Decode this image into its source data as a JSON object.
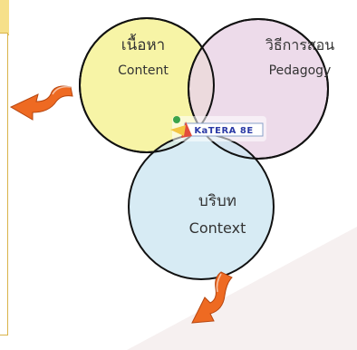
{
  "circles": {
    "content": {
      "label_th": "เนื้อหา",
      "label_en": "Content",
      "fill": "#f7f4a6"
    },
    "pedagogy": {
      "label_th": "วิธีการสอน",
      "label_en": "Pedagogy",
      "fill": "#ead5e6"
    },
    "context": {
      "label_th": "บริบท",
      "label_en": "Context",
      "fill": "#cde6f1"
    }
  },
  "center_logo": {
    "text": "KaTERA 8E",
    "icon": "ktera-logo-icon"
  },
  "arrows": [
    {
      "name": "left-orange-arrow-icon",
      "color": "#ee6a22"
    },
    {
      "name": "bottom-orange-arrow-icon",
      "color": "#ee6a22"
    }
  ],
  "colors": {
    "circle_stroke": "#111111",
    "panel_border": "#d9b44a",
    "panel_top": "#f6e08a"
  }
}
